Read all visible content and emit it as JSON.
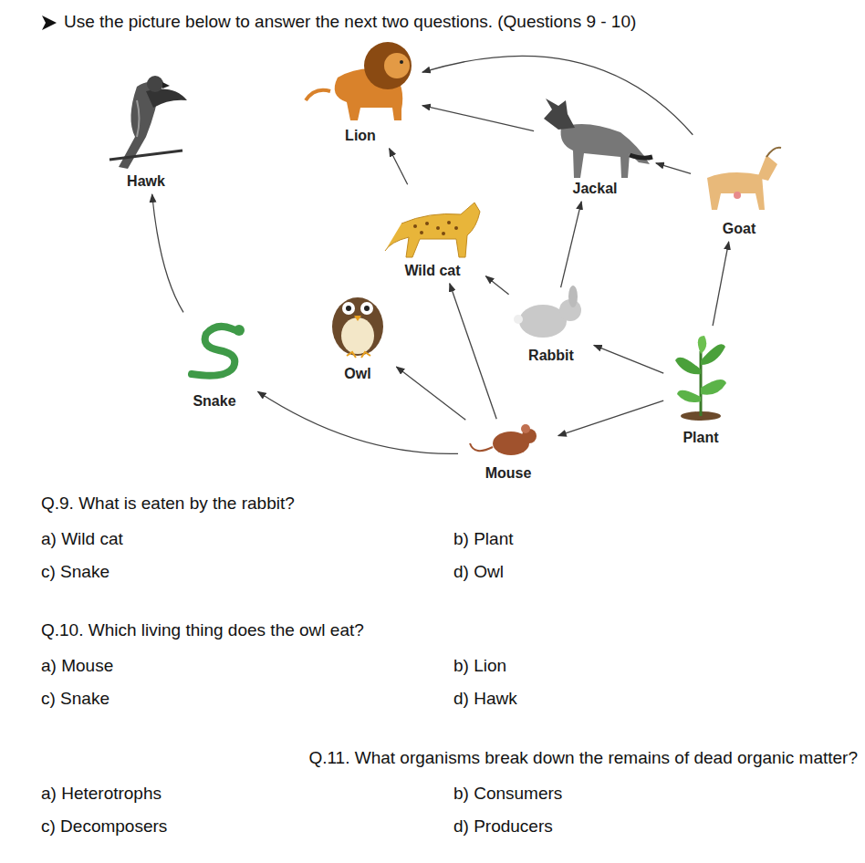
{
  "diagram": {
    "title": "Use the picture below to answer the next two questions. (Questions 9 - 10)",
    "nodes": [
      {
        "text": [
          "Hawk"
        ]
      },
      {
        "text": [
          "Lion"
        ]
      },
      {
        "text": [
          "Jackal"
        ]
      },
      {
        "text": [
          "Goat"
        ]
      },
      {
        "text": [
          "Wild cat"
        ]
      },
      {
        "text": [
          "Rabbit"
        ]
      },
      {
        "text": [
          "Owl"
        ]
      },
      {
        "text": [
          "Snake"
        ]
      },
      {
        "text": [
          "Plant"
        ]
      },
      {
        "text": [
          "Mouse"
        ]
      }
    ],
    "edges": [
      {
        "from": 8,
        "to": 3,
        "arrow": "to"
      },
      {
        "from": 8,
        "to": 5,
        "arrow": "to"
      },
      {
        "from": 8,
        "to": 9,
        "arrow": "to"
      },
      {
        "from": 3,
        "to": 2,
        "arrow": "to"
      },
      {
        "from": 3,
        "to": 1,
        "arrow": "to"
      },
      {
        "from": 2,
        "to": 1,
        "arrow": "to"
      },
      {
        "from": 5,
        "to": 2,
        "arrow": "to"
      },
      {
        "from": 5,
        "to": 4,
        "arrow": "to"
      },
      {
        "from": 4,
        "to": 1,
        "arrow": "to"
      },
      {
        "from": 9,
        "to": 4,
        "arrow": "to"
      },
      {
        "from": 9,
        "to": 6,
        "arrow": "to"
      },
      {
        "from": 9,
        "to": 7,
        "arrow": "to"
      },
      {
        "from": 7,
        "to": 0,
        "arrow": "to"
      }
    ],
    "labels": [
      "Q.9. What is eaten by the rabbit?",
      "a) Wild cat",
      "b) Plant",
      "c) Snake",
      "d) Owl",
      "Q.10. Which living thing does the owl eat?",
      "a) Mouse",
      "b) Lion",
      "c) Snake",
      "d) Hawk",
      "Q.11. What organisms break down the remains of dead organic matter?",
      "a) Heterotrophs",
      "b) Consumers",
      "c) Decomposers",
      "d) Producers"
    ]
  }
}
